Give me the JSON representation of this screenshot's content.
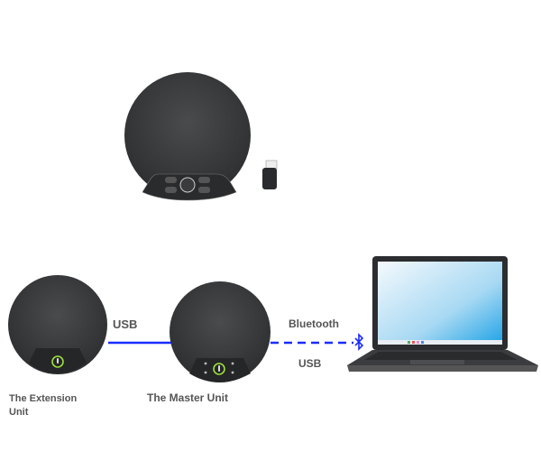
{
  "labels": {
    "usb_link": "USB",
    "bluetooth_link": "Bluetooth",
    "usb_laptop": "USB",
    "extension_unit_line1": "The Extension",
    "extension_unit_line2": "Unit",
    "master_unit": "The Master Unit"
  },
  "colors": {
    "link": "#1a2cff",
    "speaker": "#3c3d3f",
    "mute_ring": "#9be03a",
    "text": "#555555"
  }
}
